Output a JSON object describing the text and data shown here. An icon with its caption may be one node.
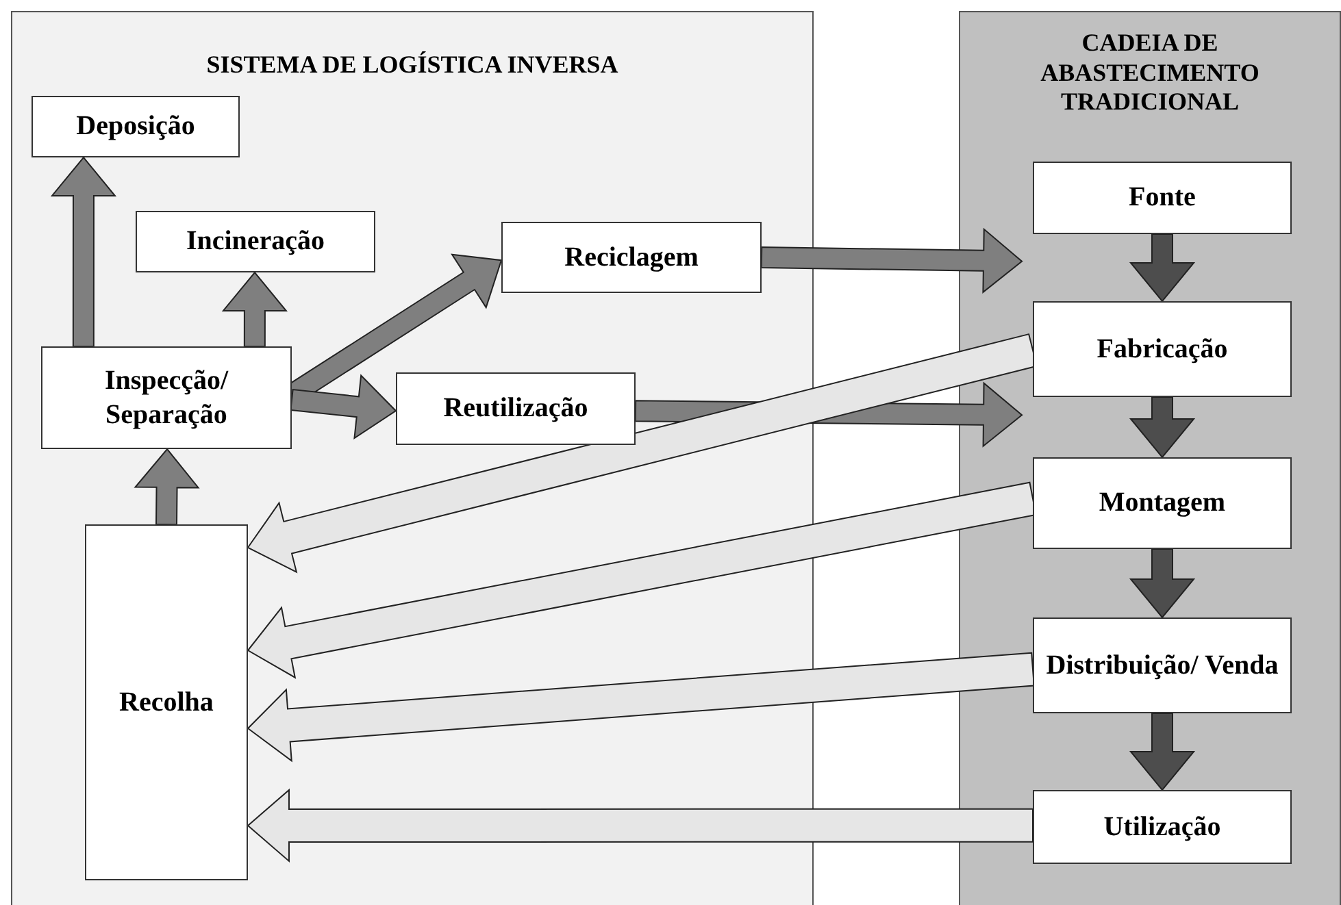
{
  "diagram": {
    "nodes": [
      {
        "text": [
          "SISTEMA DE LOGÍSTICA INVERSA"
        ]
      },
      {
        "text": [
          "CADEIA DE ABASTECIMENTO TRADICIONAL"
        ]
      },
      {
        "text": [
          "Deposição"
        ],
        "in": 0
      },
      {
        "text": [
          "Incineração"
        ],
        "in": 0
      },
      {
        "text": [
          "Reciclagem"
        ],
        "in": 0
      },
      {
        "text": [
          "Inspecção/ Separação"
        ],
        "in": 0
      },
      {
        "text": [
          "Reutilização"
        ],
        "in": 0
      },
      {
        "text": [
          "Recolha"
        ],
        "in": 0
      },
      {
        "text": [
          "Fonte"
        ],
        "in": 1
      },
      {
        "text": [
          "Fabricação"
        ],
        "in": 1
      },
      {
        "text": [
          "Montagem"
        ],
        "in": 1
      },
      {
        "text": [
          "Distribuição/ Venda"
        ],
        "in": 1
      },
      {
        "text": [
          "Utilização"
        ],
        "in": 1
      }
    ],
    "edges": [
      {
        "from": 5,
        "to": 2,
        "arrow": "to"
      },
      {
        "from": 5,
        "to": 3,
        "arrow": "to"
      },
      {
        "from": 5,
        "to": 4,
        "arrow": "to"
      },
      {
        "from": 5,
        "to": 6,
        "arrow": "to"
      },
      {
        "from": 7,
        "to": 5,
        "arrow": "to"
      },
      {
        "from": 4,
        "to": 1,
        "arrow": "to"
      },
      {
        "from": 6,
        "to": 1,
        "arrow": "to"
      },
      {
        "from": 8,
        "to": 9,
        "arrow": "to",
        "color": "#4d4d4d"
      },
      {
        "from": 9,
        "to": 10,
        "arrow": "to",
        "color": "#4d4d4d"
      },
      {
        "from": 10,
        "to": 11,
        "arrow": "to",
        "color": "#4d4d4d"
      },
      {
        "from": 11,
        "to": 12,
        "arrow": "to",
        "color": "#4d4d4d"
      },
      {
        "from": 9,
        "to": 7,
        "arrow": "to",
        "color": "#e6e6e6"
      },
      {
        "from": 10,
        "to": 7,
        "arrow": "to",
        "color": "#e6e6e6"
      },
      {
        "from": 11,
        "to": 7,
        "arrow": "to",
        "color": "#e6e6e6"
      },
      {
        "from": 12,
        "to": 7,
        "arrow": "to",
        "color": "#e6e6e6"
      }
    ]
  }
}
